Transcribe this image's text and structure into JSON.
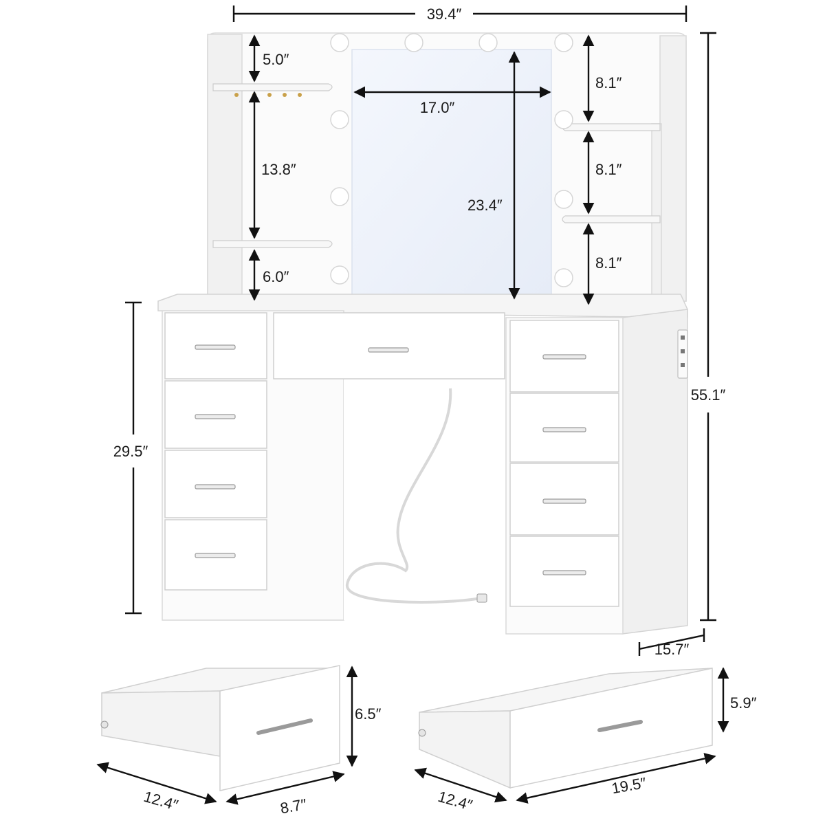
{
  "colors": {
    "furniture": "#fbfbfb",
    "outline": "#d9d9d9",
    "mirror": "#eef3fb",
    "dimension_line": "#111111",
    "hook_gold": "#c9a14a"
  },
  "dimensions": {
    "overall_width": "39.4″",
    "overall_height": "55.1″",
    "depth": "15.7″",
    "desk_height": "29.5″",
    "left_top_gap": "5.0″",
    "left_shelf_spacing": "13.8″",
    "left_bottom_gap": "6.0″",
    "mirror_width": "17.0″",
    "mirror_height": "23.4″",
    "right_shelf_gap_1": "8.1″",
    "right_shelf_gap_2": "8.1″",
    "right_shelf_gap_3": "8.1″",
    "small_drawer_height": "6.5″",
    "small_drawer_depth": "12.4″",
    "small_drawer_width": "8.7″",
    "large_drawer_height": "5.9″",
    "large_drawer_depth": "12.4″",
    "large_drawer_width": "19.5″"
  }
}
